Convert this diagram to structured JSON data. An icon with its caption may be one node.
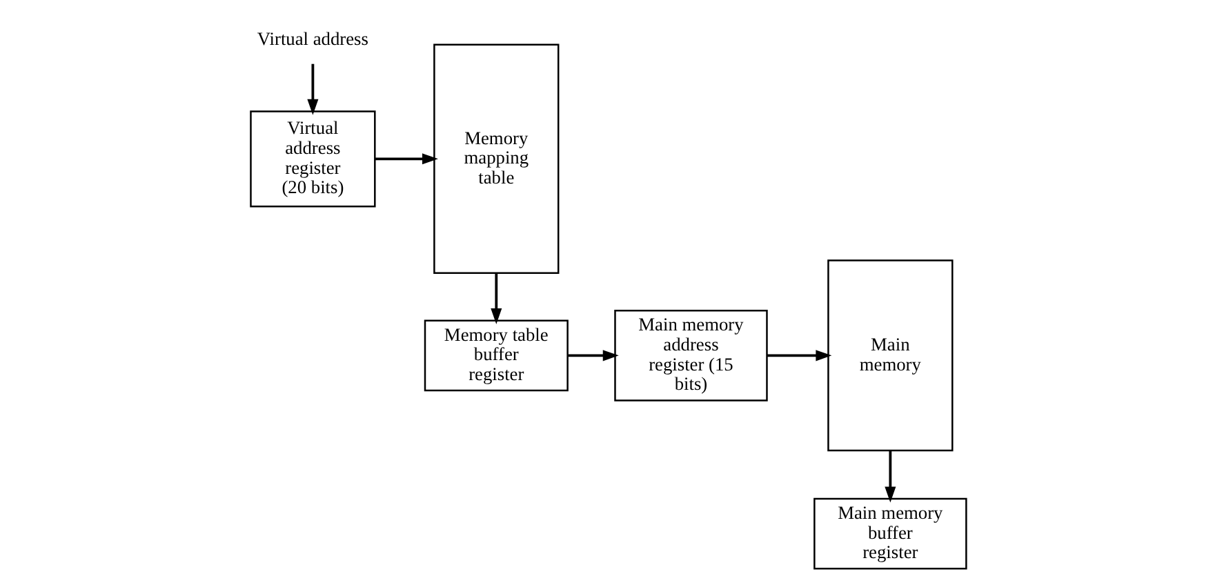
{
  "diagram": {
    "nodes": [
      {
        "text": [
          "Virtual address"
        ]
      },
      {
        "text": [
          "Virtual address register (20 bits)"
        ]
      },
      {
        "text": [
          "Memory mapping table"
        ]
      },
      {
        "text": [
          "Memory table buffer register"
        ]
      },
      {
        "text": [
          "Main memory address register (15 bits)"
        ]
      },
      {
        "text": [
          "Main memory"
        ]
      },
      {
        "text": [
          "Main memory buffer register"
        ]
      }
    ],
    "edges": [
      {
        "from": 0,
        "to": 1,
        "arrow": "to"
      },
      {
        "from": 1,
        "to": 2,
        "arrow": "to"
      },
      {
        "from": 2,
        "to": 3,
        "arrow": "to"
      },
      {
        "from": 3,
        "to": 4,
        "arrow": "to"
      },
      {
        "from": 4,
        "to": 5,
        "arrow": "to"
      },
      {
        "from": 5,
        "to": 6,
        "arrow": "to"
      }
    ]
  }
}
